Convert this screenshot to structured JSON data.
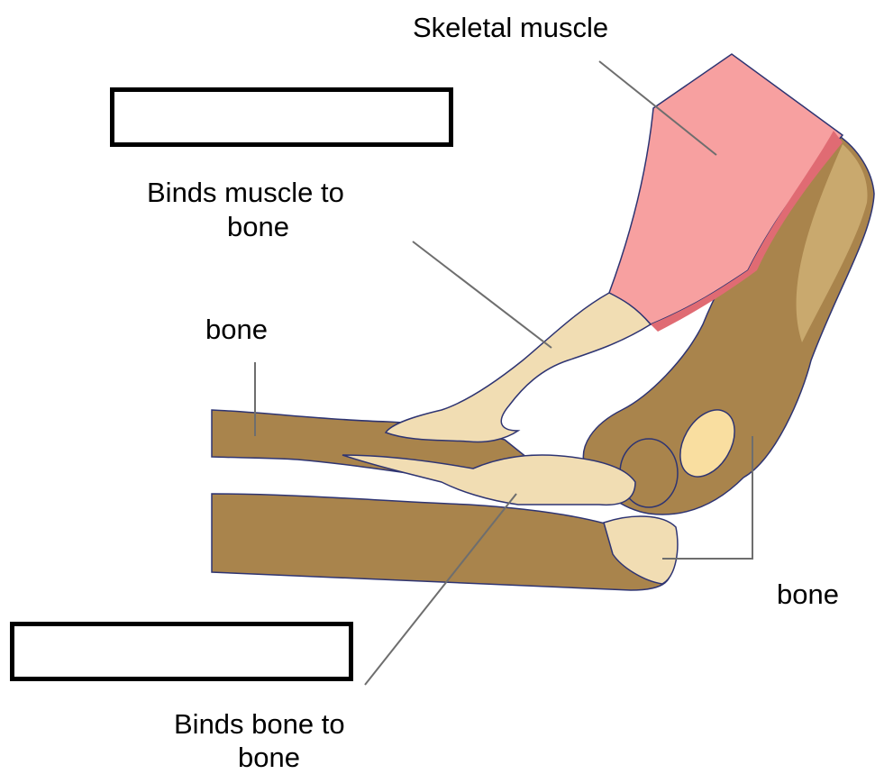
{
  "labels": {
    "skeletal_muscle": "Skeletal muscle",
    "tendon_desc_line1": "Binds muscle to",
    "tendon_desc_line2": "bone",
    "bone_upper": "bone",
    "bone_right": "bone",
    "ligament_desc_line1": "Binds bone to",
    "ligament_desc_line2": "bone"
  },
  "answer_boxes": {
    "tendon_answer": "",
    "ligament_answer": ""
  },
  "colors": {
    "muscle": "#f7a0a0",
    "muscle_dark": "#e06b73",
    "bone": "#a9844c",
    "bone_light": "#c9a96e",
    "tendon": "#f1ddb3",
    "outline": "#2e3472",
    "leader_line": "#6e6e6e"
  }
}
